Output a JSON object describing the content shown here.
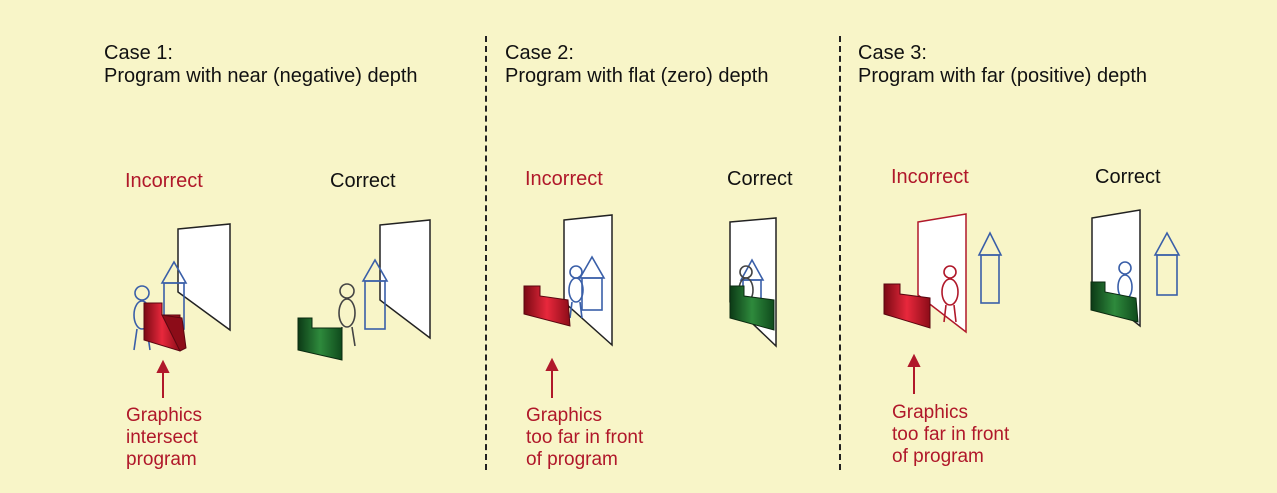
{
  "cases": [
    {
      "title_line1": "Case 1:",
      "title_line2": "Program with near (negative) depth",
      "incorrect_label": "Incorrect",
      "correct_label": "Correct",
      "note_lines": [
        "Graphics",
        "intersect",
        "program"
      ]
    },
    {
      "title_line1": "Case 2:",
      "title_line2": "Program with flat (zero) depth",
      "incorrect_label": "Incorrect",
      "correct_label": "Correct",
      "note_lines": [
        "Graphics",
        "too far in front",
        "of program"
      ]
    },
    {
      "title_line1": "Case 3:",
      "title_line2": "Program with far (positive) depth",
      "incorrect_label": "Incorrect",
      "correct_label": "Correct",
      "note_lines": [
        "Graphics",
        "too far in front",
        "of program"
      ]
    }
  ],
  "colors": {
    "background": "#f8f5c8",
    "incorrect": "#b0182a",
    "graphics_red": "#c8102e",
    "graphics_green": "#1f6b2c",
    "figure_blue": "#3a5fa8"
  }
}
